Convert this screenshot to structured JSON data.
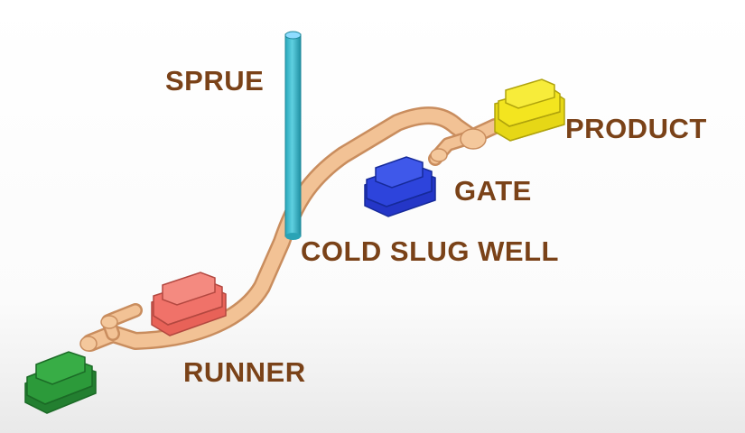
{
  "labels": {
    "sprue": "SPRUE",
    "product": "PRODUCT",
    "gate": "GATE",
    "cold_slug_well": "COLD SLUG WELL",
    "runner": "RUNNER"
  },
  "colors": {
    "label_text": "#7a4218",
    "runner": "#f2c295",
    "runner_shade": "#c98d5e",
    "sprue": "#33b7c9",
    "sprue_top": "#7fd6ff",
    "product_yellow": "#f0e21c",
    "gate_blue": "#2b3fd8",
    "red_part": "#f07269",
    "green_part": "#2c9a3a"
  }
}
